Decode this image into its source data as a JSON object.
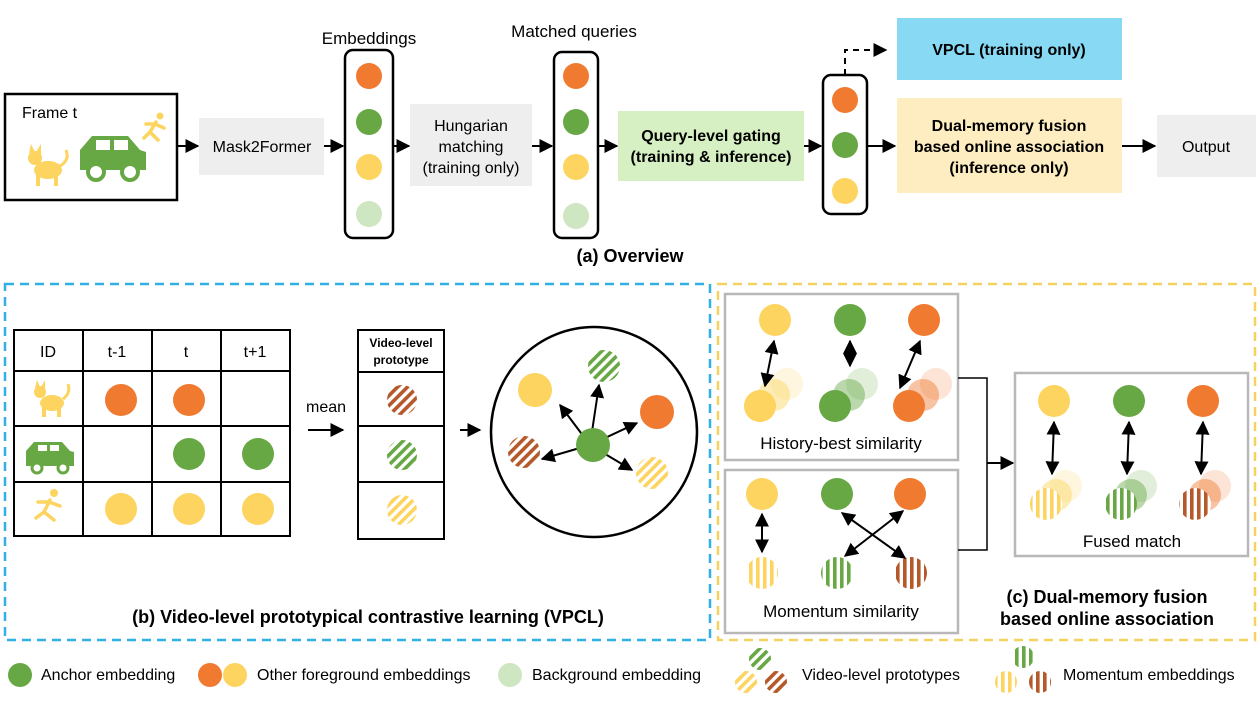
{
  "overview": {
    "frame_label": "Frame t",
    "mask2former_label": "Mask2Former",
    "embeddings_label": "Embeddings",
    "hungarian_line1": "Hungarian",
    "hungarian_line2": "matching",
    "hungarian_line3": "(training only)",
    "matched_queries_label": "Matched queries",
    "gating_line1": "Query-level gating",
    "gating_line2": "(training & inference)",
    "vpcl_label": "VPCL (training only)",
    "dual_line1": "Dual-memory fusion",
    "dual_line2": "based online association",
    "dual_line3": "(inference only)",
    "output_label": "Output",
    "caption": "(a) Overview"
  },
  "vpcl": {
    "table_headers": [
      "ID",
      "t-1",
      "t",
      "t+1"
    ],
    "mean_label": "mean",
    "prototype_header_line1": "Video-level",
    "prototype_header_line2": "prototype",
    "caption": "(b) Video-level prototypical contrastive learning (VPCL)"
  },
  "association": {
    "history_label": "History-best similarity",
    "momentum_label": "Momentum similarity",
    "fused_label": "Fused match",
    "caption_line1": "(c) Dual-memory fusion",
    "caption_line2": "based online association"
  },
  "legend": {
    "anchor": "Anchor embedding",
    "foreground": "Other foreground embeddings",
    "background": "Background embedding",
    "prototypes": "Video-level prototypes",
    "momentum": "Momentum embeddings"
  },
  "colors": {
    "orange": "#ef7a30",
    "green": "#67a844",
    "yellow": "#fcd45f",
    "background_green": "#cfe6c2",
    "brown": "#b5582a",
    "vpcl_box": "#87d9f4",
    "gating_box": "#d6f0c4",
    "dual_box": "#fdedc0",
    "gray_box": "#eeeeee",
    "blue_dash": "#31b0e6",
    "yellow_dash": "#f5d15f"
  }
}
